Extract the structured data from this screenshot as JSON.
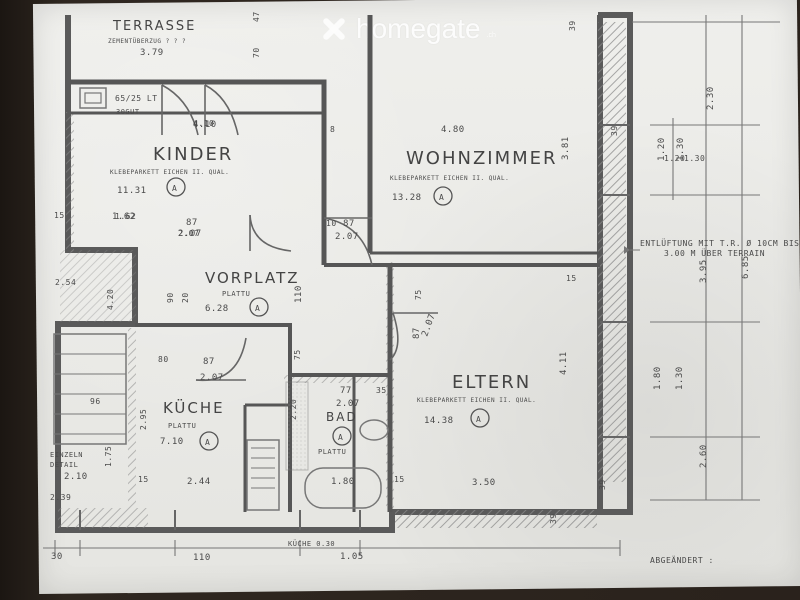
{
  "watermark": {
    "brand": "homegate",
    "suffix": ".ch",
    "icon": "x-icon"
  },
  "rooms": {
    "terrace": {
      "title": "TERRASSE",
      "material": "ZEMENTÜBERZUG ? ? ?"
    },
    "kinder": {
      "title": "KINDER",
      "material": "KLEBEPARKETT EICHEN II. QUAL.",
      "area": "11.31"
    },
    "wohnzimmer": {
      "title": "WOHNZIMMER",
      "material": "KLEBEPARKETT EICHEN II. QUAL.",
      "area": "13.28"
    },
    "vorplatz": {
      "title": "VORPLATZ",
      "material": "PLATTU",
      "area": "6.28"
    },
    "kuche": {
      "title": "KÜCHE",
      "material": "PLATTU",
      "area": "7.10"
    },
    "bad": {
      "title": "BAD",
      "material": "PLATTU"
    },
    "eltern": {
      "title": "ELTERN",
      "material": "KLEBEPARKETT EICHEN II. QUAL.",
      "area": "14.38"
    }
  },
  "labels": {
    "ventilation_1": "ENTLÜFTUNG MIT T.R. Ø 10CM BIS",
    "ventilation_2": "3.00 M ÜBER TERRAIN",
    "revised": "ABGEÄNDERT :",
    "dim_479": "3.79",
    "dim_410": "4.10",
    "dim_480": "4.80",
    "dim_381": "3.81",
    "dim_162": "1.62",
    "dim_207a": "2.07",
    "dim_207b": "2.07",
    "dim_207c": "2.07",
    "dim_207d": "2.07",
    "dim_87a": "87",
    "dim_87b": "87",
    "dim_87c": "87",
    "dim_87d": "87",
    "dim_244": "2.44",
    "dim_350": "3.50",
    "dim_411": "4.11",
    "dim_230": "2.30",
    "dim_395": "3.95",
    "dim_685": "6.85",
    "dim_260": "2.60",
    "dim_180": "1.80",
    "dim_130a": "1.30",
    "dim_120": "1.20",
    "dim_130b": "1.30",
    "dim_110a": "110",
    "dim_110b": "110",
    "dim_105": "1.05",
    "dim_30": "30",
    "dim_39a": "39",
    "dim_39b": "39",
    "dim_39c": "39",
    "dim_39d": "39",
    "dim_15a": "15",
    "dim_15b": "15",
    "dim_15c": "15",
    "dim_15d": "15",
    "dim_8": "8",
    "dim_10": "10",
    "dim_80": "80",
    "dim_77": "77",
    "dim_35": "35",
    "dim_75a": "75",
    "dim_75b": "75",
    "dim_220": "2.20",
    "dim_295": "2.95",
    "dim_175": "1.75",
    "dim_210": "2.10",
    "dim_239": "2.39",
    "dim_254": "2.54",
    "dim_420": "4.20",
    "dim_96": "96",
    "dim_90": "90",
    "dim_20": "20",
    "dim_70": "70",
    "dim_47": "47",
    "dim_65": "65/25 LT",
    "dim_3gust": "30GUT",
    "dim_bad": "1.80",
    "dim_bad2": "2.07",
    "detail_1": "EINZELN",
    "detail_2": "DETAIL",
    "mini_a": "1.62",
    "mini_b": "2.07",
    "mini_c": "4.10",
    "mini_d": "1.30",
    "mini_e": "1.20",
    "mini_f": "KÜCHE 0.30"
  },
  "symbols": {
    "room_markers": [
      "A",
      "A",
      "A",
      "A",
      "A",
      "A"
    ],
    "door_icon": "door-swing-icon",
    "stair_icon": "stair-icon",
    "fixture_icon": "sanitary-fixture-icon"
  }
}
